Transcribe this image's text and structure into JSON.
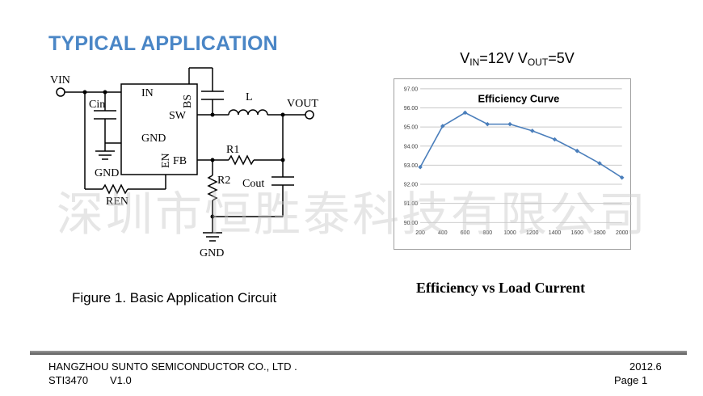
{
  "section_title": "TYPICAL APPLICATION",
  "circuit": {
    "labels": {
      "vin": "VIN",
      "in": "IN",
      "bs": "BS",
      "sw": "SW",
      "gnd_pin": "GND",
      "en": "EN",
      "fb": "FB",
      "cin": "Cin",
      "gnd_left": "GND",
      "ren": "REN",
      "l": "L",
      "vout": "VOUT",
      "r1": "R1",
      "r2": "R2",
      "cout": "Cout",
      "gnd_bottom": "GND"
    }
  },
  "operating_condition": {
    "vin_v": "V",
    "vin_sub": "IN",
    "vin_val": "=12V",
    "vout_v": " V",
    "vout_sub": "OUT",
    "vout_val": "=5V"
  },
  "chart_data": {
    "type": "line",
    "title": "Efficiency Curve",
    "x": [
      200,
      400,
      600,
      800,
      1000,
      1200,
      1400,
      1600,
      1800,
      2000
    ],
    "series": [
      {
        "values": [
          92.9,
          95.05,
          95.75,
          95.15,
          95.15,
          94.8,
          94.35,
          93.75,
          93.1,
          92.35
        ]
      }
    ],
    "xticks": [
      "200",
      "400",
      "600",
      "800",
      "1000",
      "1200",
      "1400",
      "1600",
      "1800",
      "2000"
    ],
    "yticks": [
      "90.00",
      "91.00",
      "92.00",
      "93.00",
      "94.00",
      "95.00",
      "96.00",
      "97.00"
    ],
    "ylim": [
      90,
      97
    ],
    "xlabel": "",
    "ylabel": "",
    "grid": true,
    "line_color": "#4a7ebb"
  },
  "figure_caption": "Figure 1. Basic Application Circuit",
  "chart_caption": "Efficiency vs Load Current",
  "watermark": "深圳市恒胜泰科技有限公司",
  "footer": {
    "company": "HANGZHOU SUNTO SEMICONDUCTOR CO., LTD .",
    "part": "STI3470",
    "version": "V1.0",
    "date": "2012.6",
    "page": "Page 1"
  }
}
